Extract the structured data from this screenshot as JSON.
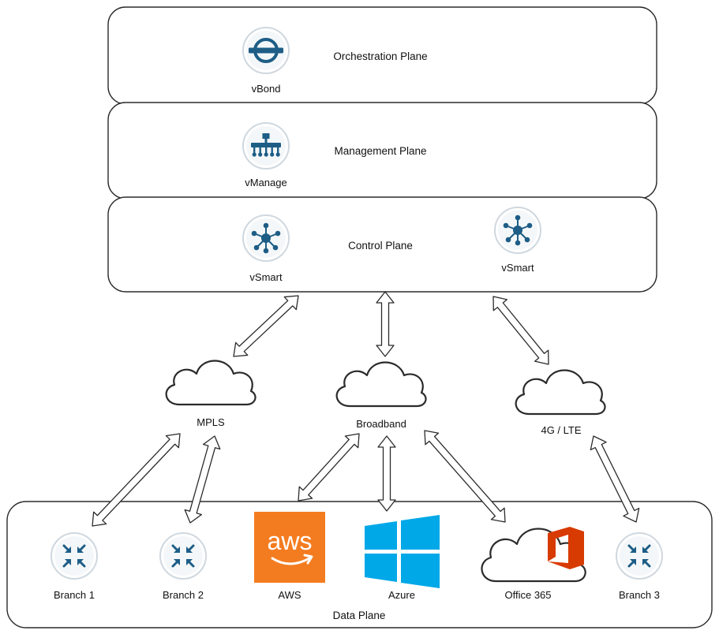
{
  "planes": {
    "orchestration": {
      "label": "Orchestration Plane",
      "node": "vBond"
    },
    "management": {
      "label": "Management Plane",
      "node": "vManage"
    },
    "control": {
      "label": "Control Plane",
      "nodes": [
        "vSmart",
        "vSmart"
      ]
    },
    "data": {
      "label": "Data Plane"
    }
  },
  "transports": [
    "MPLS",
    "Broadband",
    "4G / LTE"
  ],
  "endpoints": [
    "Branch 1",
    "Branch 2",
    "AWS",
    "Azure",
    "Office 365",
    "Branch 3"
  ],
  "logos": {
    "aws_text": "aws"
  },
  "icons": {
    "vbond": "vbond-orchestrator-icon",
    "vmanage": "vmanage-management-icon",
    "vsmart": "vsmart-hub-icon",
    "router": "router-arrows-icon",
    "cloud": "cloud-icon",
    "aws": "aws-logo",
    "azure": "windows-logo",
    "office365": "office365-logo"
  },
  "colors": {
    "icon_blue": "#1d5d86",
    "aws_orange": "#f47c20",
    "azure_blue": "#00a8e8",
    "office_red": "#d83b01",
    "border": "#2b2b2b"
  }
}
